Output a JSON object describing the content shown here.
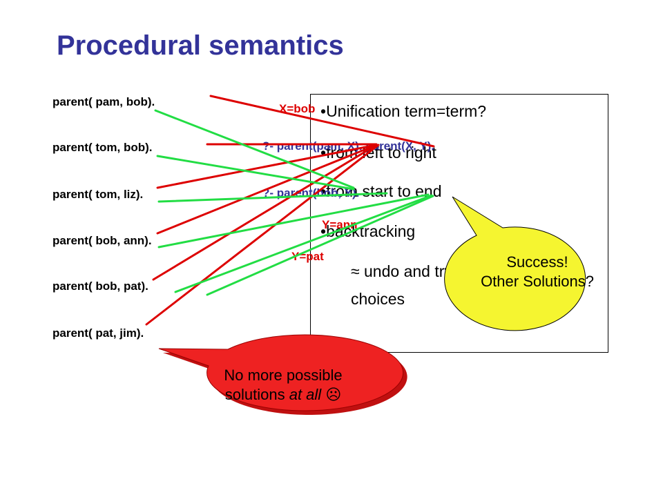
{
  "title": "Procedural semantics",
  "facts": [
    "parent( pam, bob).",
    "parent( tom, bob).",
    "parent( tom, liz).",
    "parent( bob, ann).",
    "parent( bob, pat).",
    "parent( pat, jim)."
  ],
  "box": {
    "bullets": [
      "Unification term=term?",
      "from left to right",
      "from start to end",
      "backtracking"
    ],
    "sub_lines": [
      "≈ undo and try new",
      "choices"
    ]
  },
  "queries": [
    "?- parent(pam, X), parent(X, Y).",
    "?- parent(bob, Y)."
  ],
  "bindings": [
    "X=bob",
    "Y=ann",
    "Y=pat"
  ],
  "bubble_success": [
    "Success!",
    "Other Solutions?"
  ],
  "bubble_fail": [
    "No more possible",
    "solutions at all"
  ],
  "bubble_fail_emoji": "☹",
  "colors": {
    "title": "#333399",
    "red_line": "#dd0000",
    "green_line": "#22dd44",
    "yellow_bubble": "#f5f530",
    "red_bubble": "#ee2222"
  }
}
